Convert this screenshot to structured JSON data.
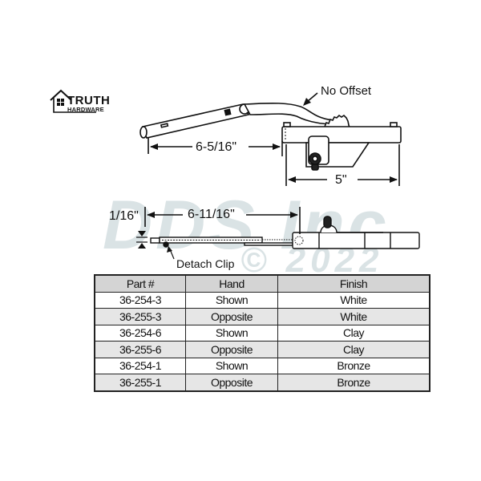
{
  "brand": {
    "name_line1": "TRUTH",
    "name_line2": "HARDWARE",
    "icon": "house-window-icon"
  },
  "top_drawing": {
    "callout": "No Offset",
    "dim_arm": "6-5/16\"",
    "dim_base": "5\""
  },
  "bottom_drawing": {
    "dim_thickness": "1/16\"",
    "dim_arm": "6-11/16\"",
    "callout": "Detach Clip"
  },
  "watermark": {
    "line1": "DDS Inc",
    "line2": "© 2022"
  },
  "table": {
    "headers": [
      "Part #",
      "Hand",
      "Finish"
    ],
    "rows": [
      [
        "36-254-3",
        "Shown",
        "White"
      ],
      [
        "36-255-3",
        "Opposite",
        "White"
      ],
      [
        "36-254-6",
        "Shown",
        "Clay"
      ],
      [
        "36-255-6",
        "Opposite",
        "Clay"
      ],
      [
        "36-254-1",
        "Shown",
        "Bronze"
      ],
      [
        "36-255-1",
        "Opposite",
        "Bronze"
      ]
    ]
  },
  "colors": {
    "line": "#111111",
    "header_bg": "#d4d4d4",
    "alt_row_bg": "#e6e6e6",
    "watermark": "#96afb4"
  }
}
